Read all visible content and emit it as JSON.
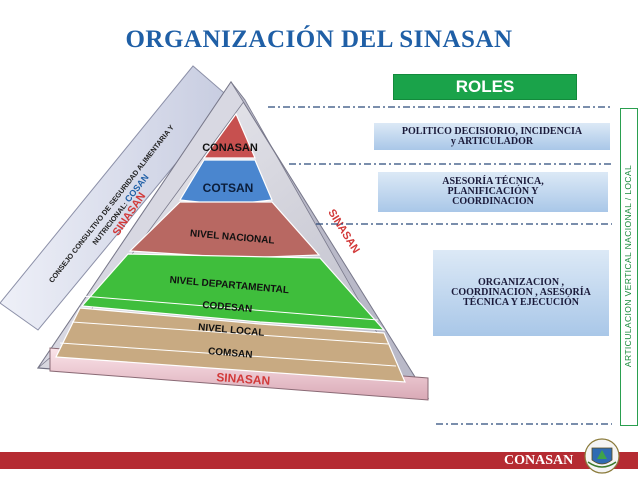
{
  "title": "ORGANIZACIÓN DEL SINASAN",
  "roles": {
    "header": "ROLES",
    "items": [
      {
        "line1": "POLITICO DECISIORIO, INCIDENCIA",
        "line2": "y ARTICULADOR"
      },
      {
        "line1": "ASESORÍA TÉCNICA,",
        "line2": "PLANIFICACIÓN Y",
        "line3": "COORDINACION"
      },
      {
        "line1": "ORGANIZACION ,",
        "line2": "COORDINACION , ASESORÍA",
        "line3": "TÉCNICA Y EJECUCIÓN"
      }
    ]
  },
  "side_bar": "ARTICULACION VERTICAL   NACIONAL / LOCAL",
  "pyramid": {
    "levels": [
      {
        "label": "CONASAN",
        "color": "#c7504f"
      },
      {
        "label": "COTSAN",
        "color": "#4a86cf"
      },
      {
        "label": "NIVEL NACIONAL",
        "color": "#b86862"
      },
      {
        "label": "NIVEL  DEPARTAMENTAL",
        "sublabel": "CODESAN",
        "color": "#3fbe3c"
      },
      {
        "label": "NIVEL  LOCAL",
        "sublabel": "COMSAN",
        "color": "#c8aa82"
      }
    ],
    "frame_label_left": "SINASAN",
    "frame_label_right": "SINASAN",
    "frame_label_bottom": "SINASAN",
    "council_line1": "CONSEJO CONSULTIVO DE SEGURIDAD ALIMENTARIA Y",
    "council_line2": "NUTRICIONAL",
    "council_acronym": "COSAN"
  },
  "footer": {
    "brand": "CONASAN"
  },
  "colors": {
    "title": "#1f5fa6",
    "roles": "#1aa34a",
    "footer": "#b52b32",
    "frame_text": "#d23a3a"
  }
}
